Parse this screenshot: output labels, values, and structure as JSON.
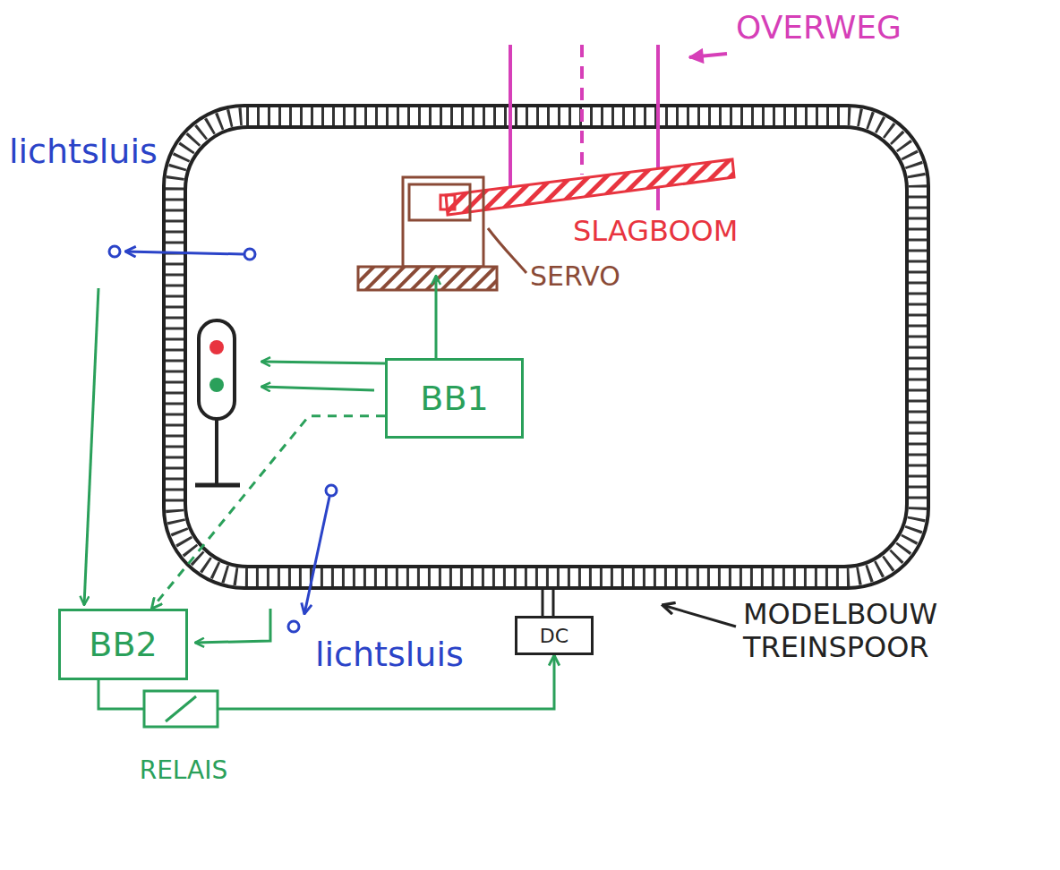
{
  "diagram": {
    "nodes": [
      {
        "text": [
          "BB1"
        ]
      },
      {
        "text": [
          "BB2"
        ]
      },
      {
        "text": [
          "RELAIS"
        ]
      },
      {
        "text": [
          "DC"
        ]
      }
    ],
    "edges": [
      {
        "from": 0,
        "to": 1,
        "arrow": "to"
      },
      {
        "from": 1,
        "to": 2,
        "arrow": "none"
      },
      {
        "from": 2,
        "to": 3,
        "arrow": "to"
      }
    ],
    "labels": [
      "OVERWEG",
      "lichtsluis",
      "SLAGBOOM",
      "SERVO",
      "lichtsluis",
      "MODELBOUW TREINSPOOR"
    ]
  }
}
